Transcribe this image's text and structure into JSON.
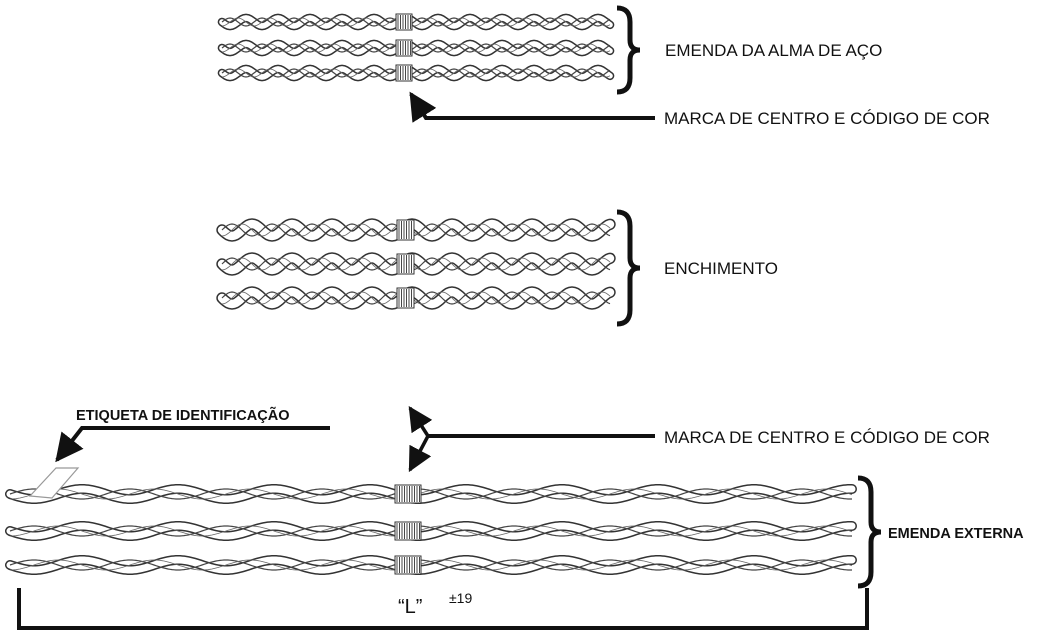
{
  "labels": {
    "steel_core_splice": "EMENDA DA ALMA DE AÇO",
    "center_mark_top": "MARCA DE CENTRO E CÓDIGO DE COR",
    "filler": "ENCHIMENTO",
    "id_tag": "ETIQUETA DE IDENTIFICAÇÃO",
    "center_mark_bottom": "MARCA DE CENTRO E CÓDIGO DE COR",
    "external_splice": "EMENDA EXTERNA",
    "length_symbol": "“L”",
    "length_tolerance": "±19"
  },
  "colors": {
    "ink": "#111111",
    "rod_fill": "#ffffff",
    "rod_stroke": "#333333"
  },
  "icons": [
    "brace-icon",
    "arrow-icon",
    "helical-rod-icon",
    "tag-icon",
    "dimension-line-icon"
  ]
}
